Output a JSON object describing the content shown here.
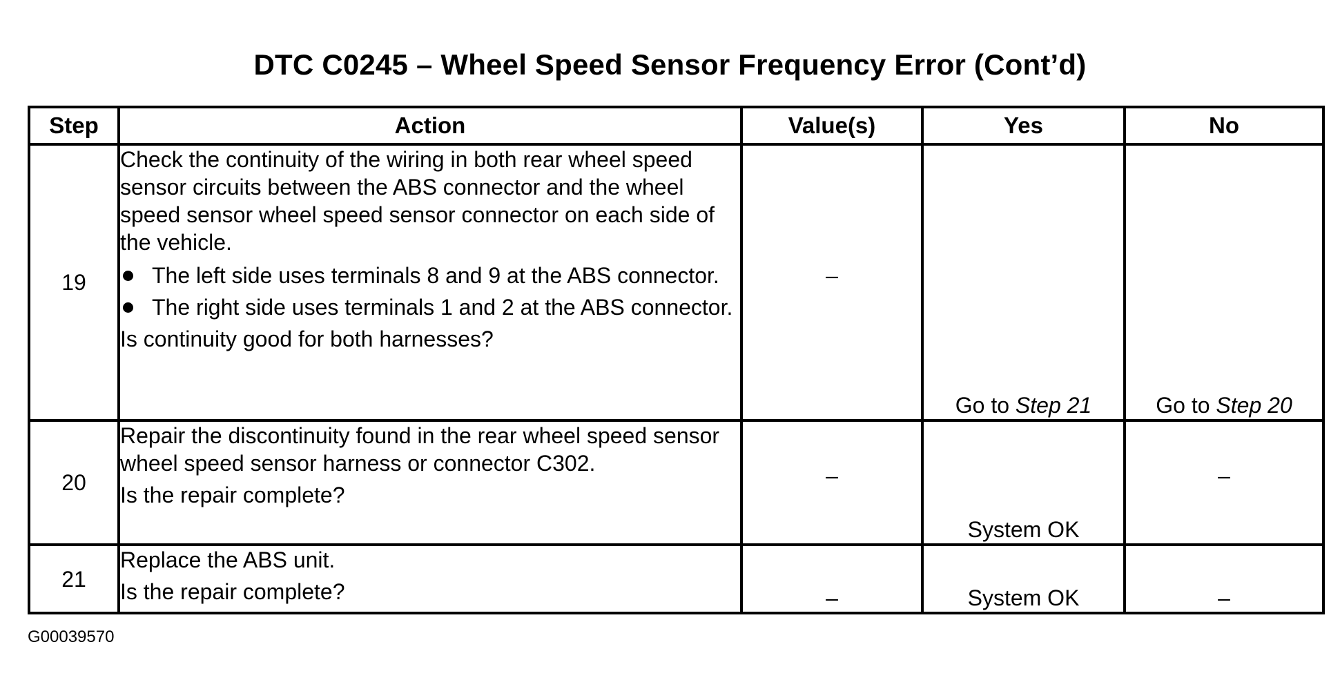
{
  "title": "DTC C0245 – Wheel Speed Sensor Frequency Error (Cont’d)",
  "columns": {
    "step": "Step",
    "action": "Action",
    "values": "Value(s)",
    "yes": "Yes",
    "no": "No"
  },
  "rows": [
    {
      "step": "19",
      "action_text": "Check the continuity of the wiring in both rear wheel speed sensor circuits between the ABS connector and the wheel speed sensor wheel speed sensor connector on each side of the vehicle.",
      "bullets": [
        "The left side uses terminals 8 and 9 at the ABS connector.",
        "The right side uses terminals 1 and 2 at the ABS connector."
      ],
      "question": "Is continuity good for both harnesses?",
      "values": "–",
      "yes_prefix": "Go to ",
      "yes_ref": "Step 21",
      "no_prefix": "Go to ",
      "no_ref": "Step 20"
    },
    {
      "step": "20",
      "action_text": "Repair the discontinuity found in the rear wheel speed sensor wheel speed sensor harness or connector C302.",
      "question": "Is the repair complete?",
      "values": "–",
      "yes": "System OK",
      "no": "–"
    },
    {
      "step": "21",
      "action_text": "Replace the ABS unit.",
      "question": "Is the repair complete?",
      "values": "–",
      "yes": "System OK",
      "no": "–"
    }
  ],
  "figure_id": "G00039570"
}
